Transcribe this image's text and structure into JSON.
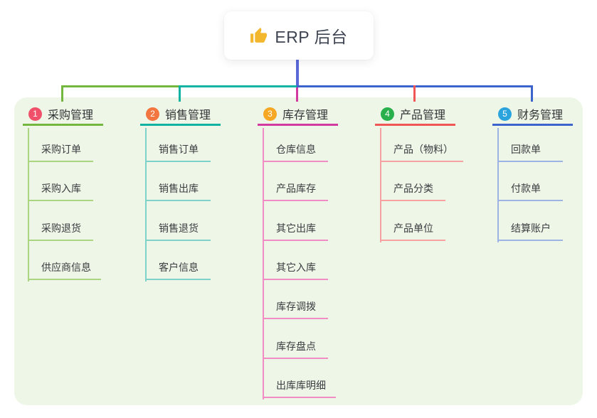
{
  "root": {
    "title": "ERP 后台",
    "icon": "thumbs-up-icon"
  },
  "branches": [
    {
      "index": "1",
      "label": "采购管理",
      "badge_color": "#f0506a",
      "line_color": "#74b73e",
      "child_line_color": "#abd581",
      "children": [
        "采购订单",
        "采购入库",
        "采购退货",
        "供应商信息"
      ]
    },
    {
      "index": "2",
      "label": "销售管理",
      "badge_color": "#f3753f",
      "line_color": "#10b2a2",
      "child_line_color": "#7ed2c9",
      "children": [
        "销售订单",
        "销售出库",
        "销售退货",
        "客户信息"
      ]
    },
    {
      "index": "3",
      "label": "库存管理",
      "badge_color": "#f6a723",
      "line_color": "#d23aa0",
      "child_line_color": "#f18cc5",
      "children": [
        "仓库信息",
        "产品库存",
        "其它出库",
        "其它入库",
        "库存调拨",
        "库存盘点",
        "出库库明细"
      ]
    },
    {
      "index": "4",
      "label": "产品管理",
      "badge_color": "#29b04d",
      "line_color": "#f15656",
      "child_line_color": "#f6a2a2",
      "children": [
        "产品（物料）",
        "产品分类",
        "产品单位"
      ]
    },
    {
      "index": "5",
      "label": "财务管理",
      "badge_color": "#2ba4dd",
      "line_color": "#3c64cc",
      "child_line_color": "#9db3e4",
      "children": [
        "回款单",
        "付款单",
        "结算账户"
      ]
    }
  ],
  "colors": {
    "canvas_bg": "#edf6e7",
    "trunk": "#5a68d8",
    "icon_yellow": "#f3b72d",
    "text": "#3a3c40"
  }
}
